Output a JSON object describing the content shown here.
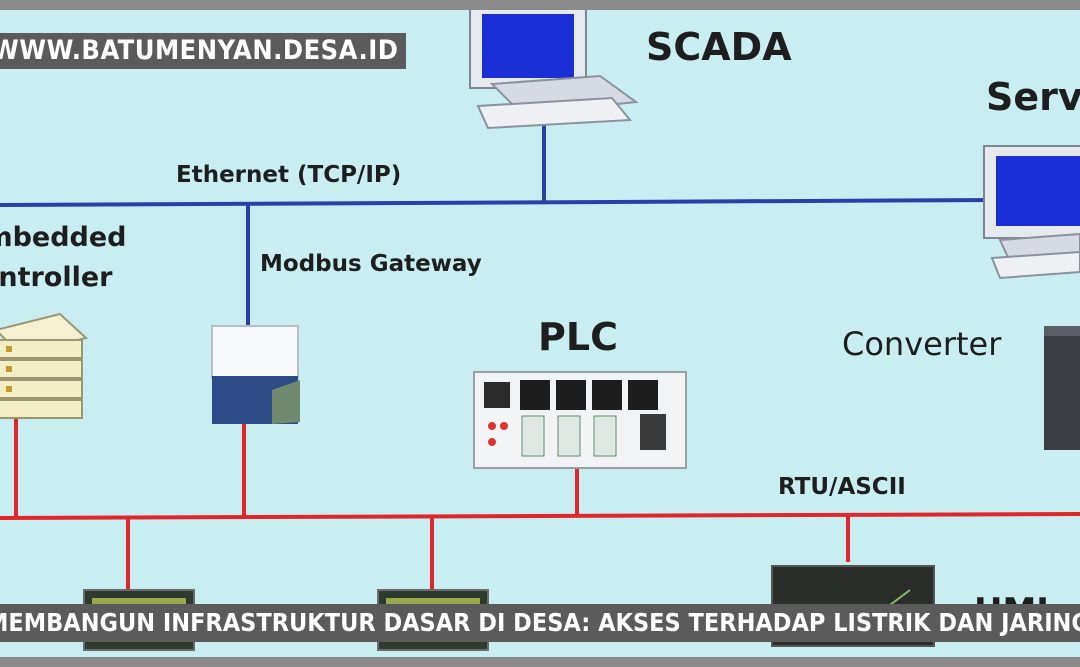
{
  "watermark": "WWW.BATUMENYAN.DESA.ID",
  "caption": "MEMBANGUN INFRASTRUKTUR DASAR DI DESA: AKSES TERHADAP LISTRIK DAN JARINGAN KOMUNIKASI",
  "diagram": {
    "nodes": {
      "scada": "SCADA",
      "server": "Server",
      "embedded_line1": "Embedded",
      "embedded_line2": "Controller",
      "modbus_gateway": "Modbus Gateway",
      "plc": "PLC",
      "converter": "Converter",
      "hmi": "HMI"
    },
    "links": {
      "ethernet": "Ethernet (TCP/IP)",
      "serial": "RTU/ASCII"
    },
    "colors": {
      "background": "#c9eef2",
      "ethernet_line": "#2a3fa8",
      "serial_line": "#e0262b",
      "banner": "#5b5b5b"
    }
  }
}
